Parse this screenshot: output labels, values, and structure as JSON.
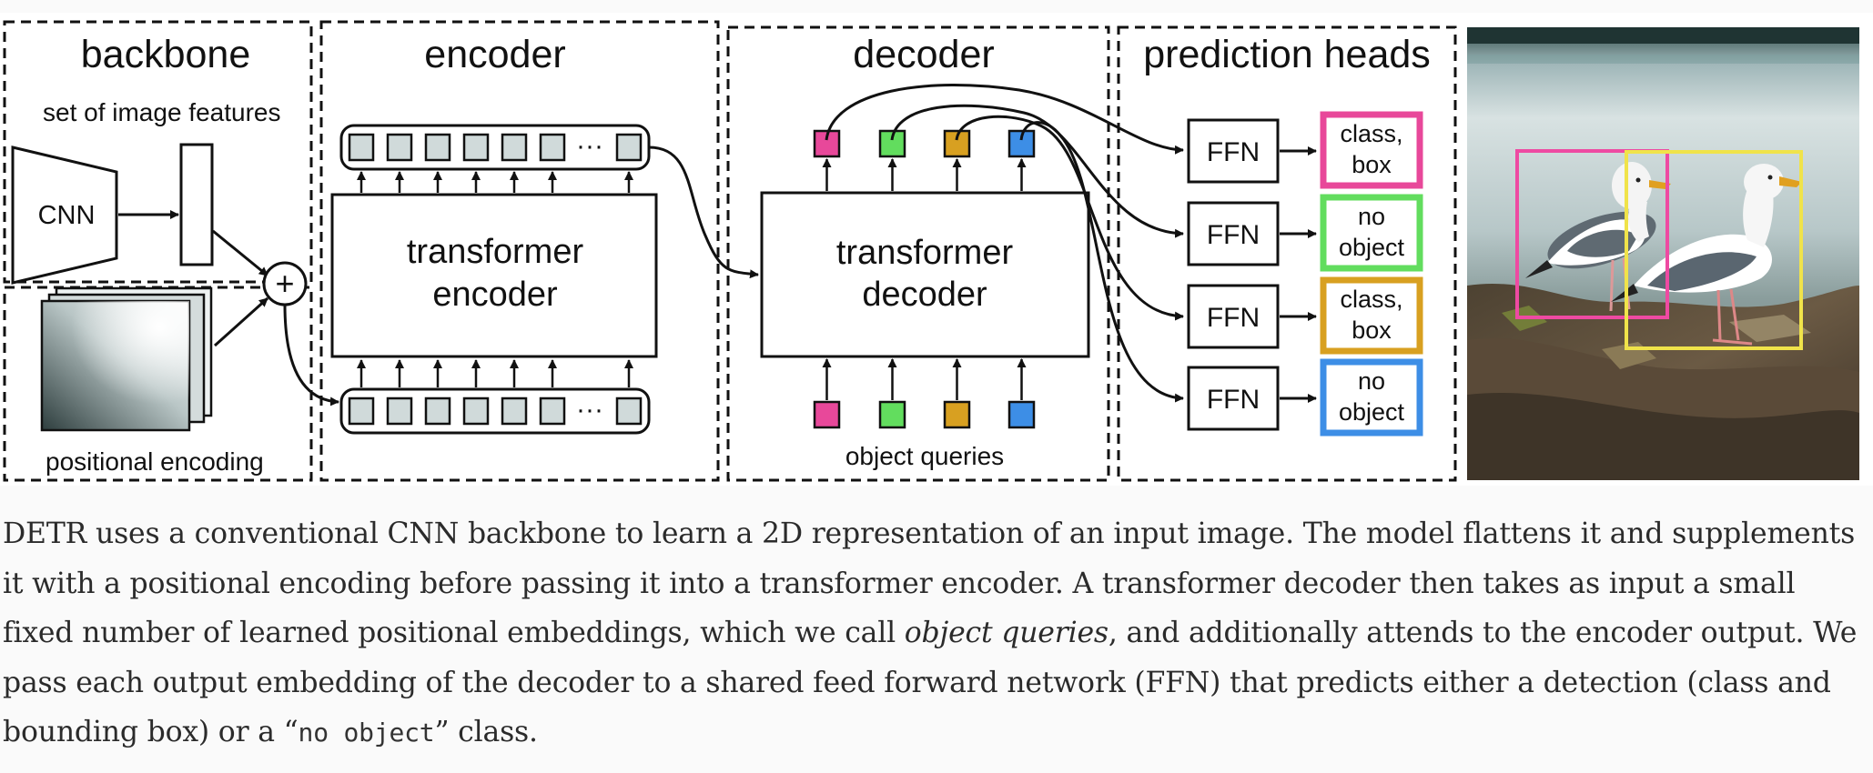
{
  "diagram": {
    "sections": {
      "backbone": "backbone",
      "encoder": "encoder",
      "decoder": "decoder",
      "prediction_heads": "prediction heads"
    },
    "labels": {
      "set_of_image_features": "set of image features",
      "cnn": "CNN",
      "positional_encoding": "positional encoding",
      "plus": "+",
      "ellipsis": "···",
      "transformer_encoder_line1": "transformer",
      "transformer_encoder_line2": "encoder",
      "transformer_decoder_line1": "transformer",
      "transformer_decoder_line2": "decoder",
      "object_queries": "object queries"
    },
    "ffn_label": "FFN",
    "heads": [
      {
        "line1": "class,",
        "line2": "box",
        "color": "#e8489a"
      },
      {
        "line1": "no",
        "line2": "object",
        "color": "#62dd5e"
      },
      {
        "line1": "class,",
        "line2": "box",
        "color": "#d8a021"
      },
      {
        "line1": "no",
        "line2": "object",
        "color": "#3d8ee6"
      }
    ],
    "query_colors": [
      "#e8489a",
      "#62dd5e",
      "#d8a021",
      "#3d8ee6"
    ],
    "box_colors": {
      "pink": "#ee4aa2",
      "yellow": "#f0e34a"
    }
  },
  "caption": {
    "part1": "DETR uses a conventional CNN backbone to learn a 2D representation of an input image. The model flattens it and supplements it with a positional encoding before passing it into a transformer encoder. A transformer decoder then takes as input a small fixed number of learned positional embeddings, which we call ",
    "italic": "object queries",
    "part2": ", and additionally attends to the encoder output. We pass each output embedding of the decoder to a shared feed forward network (FFN) that predicts either a detection (class and bounding box) or a “",
    "mono": "no object",
    "part3": "” class."
  }
}
